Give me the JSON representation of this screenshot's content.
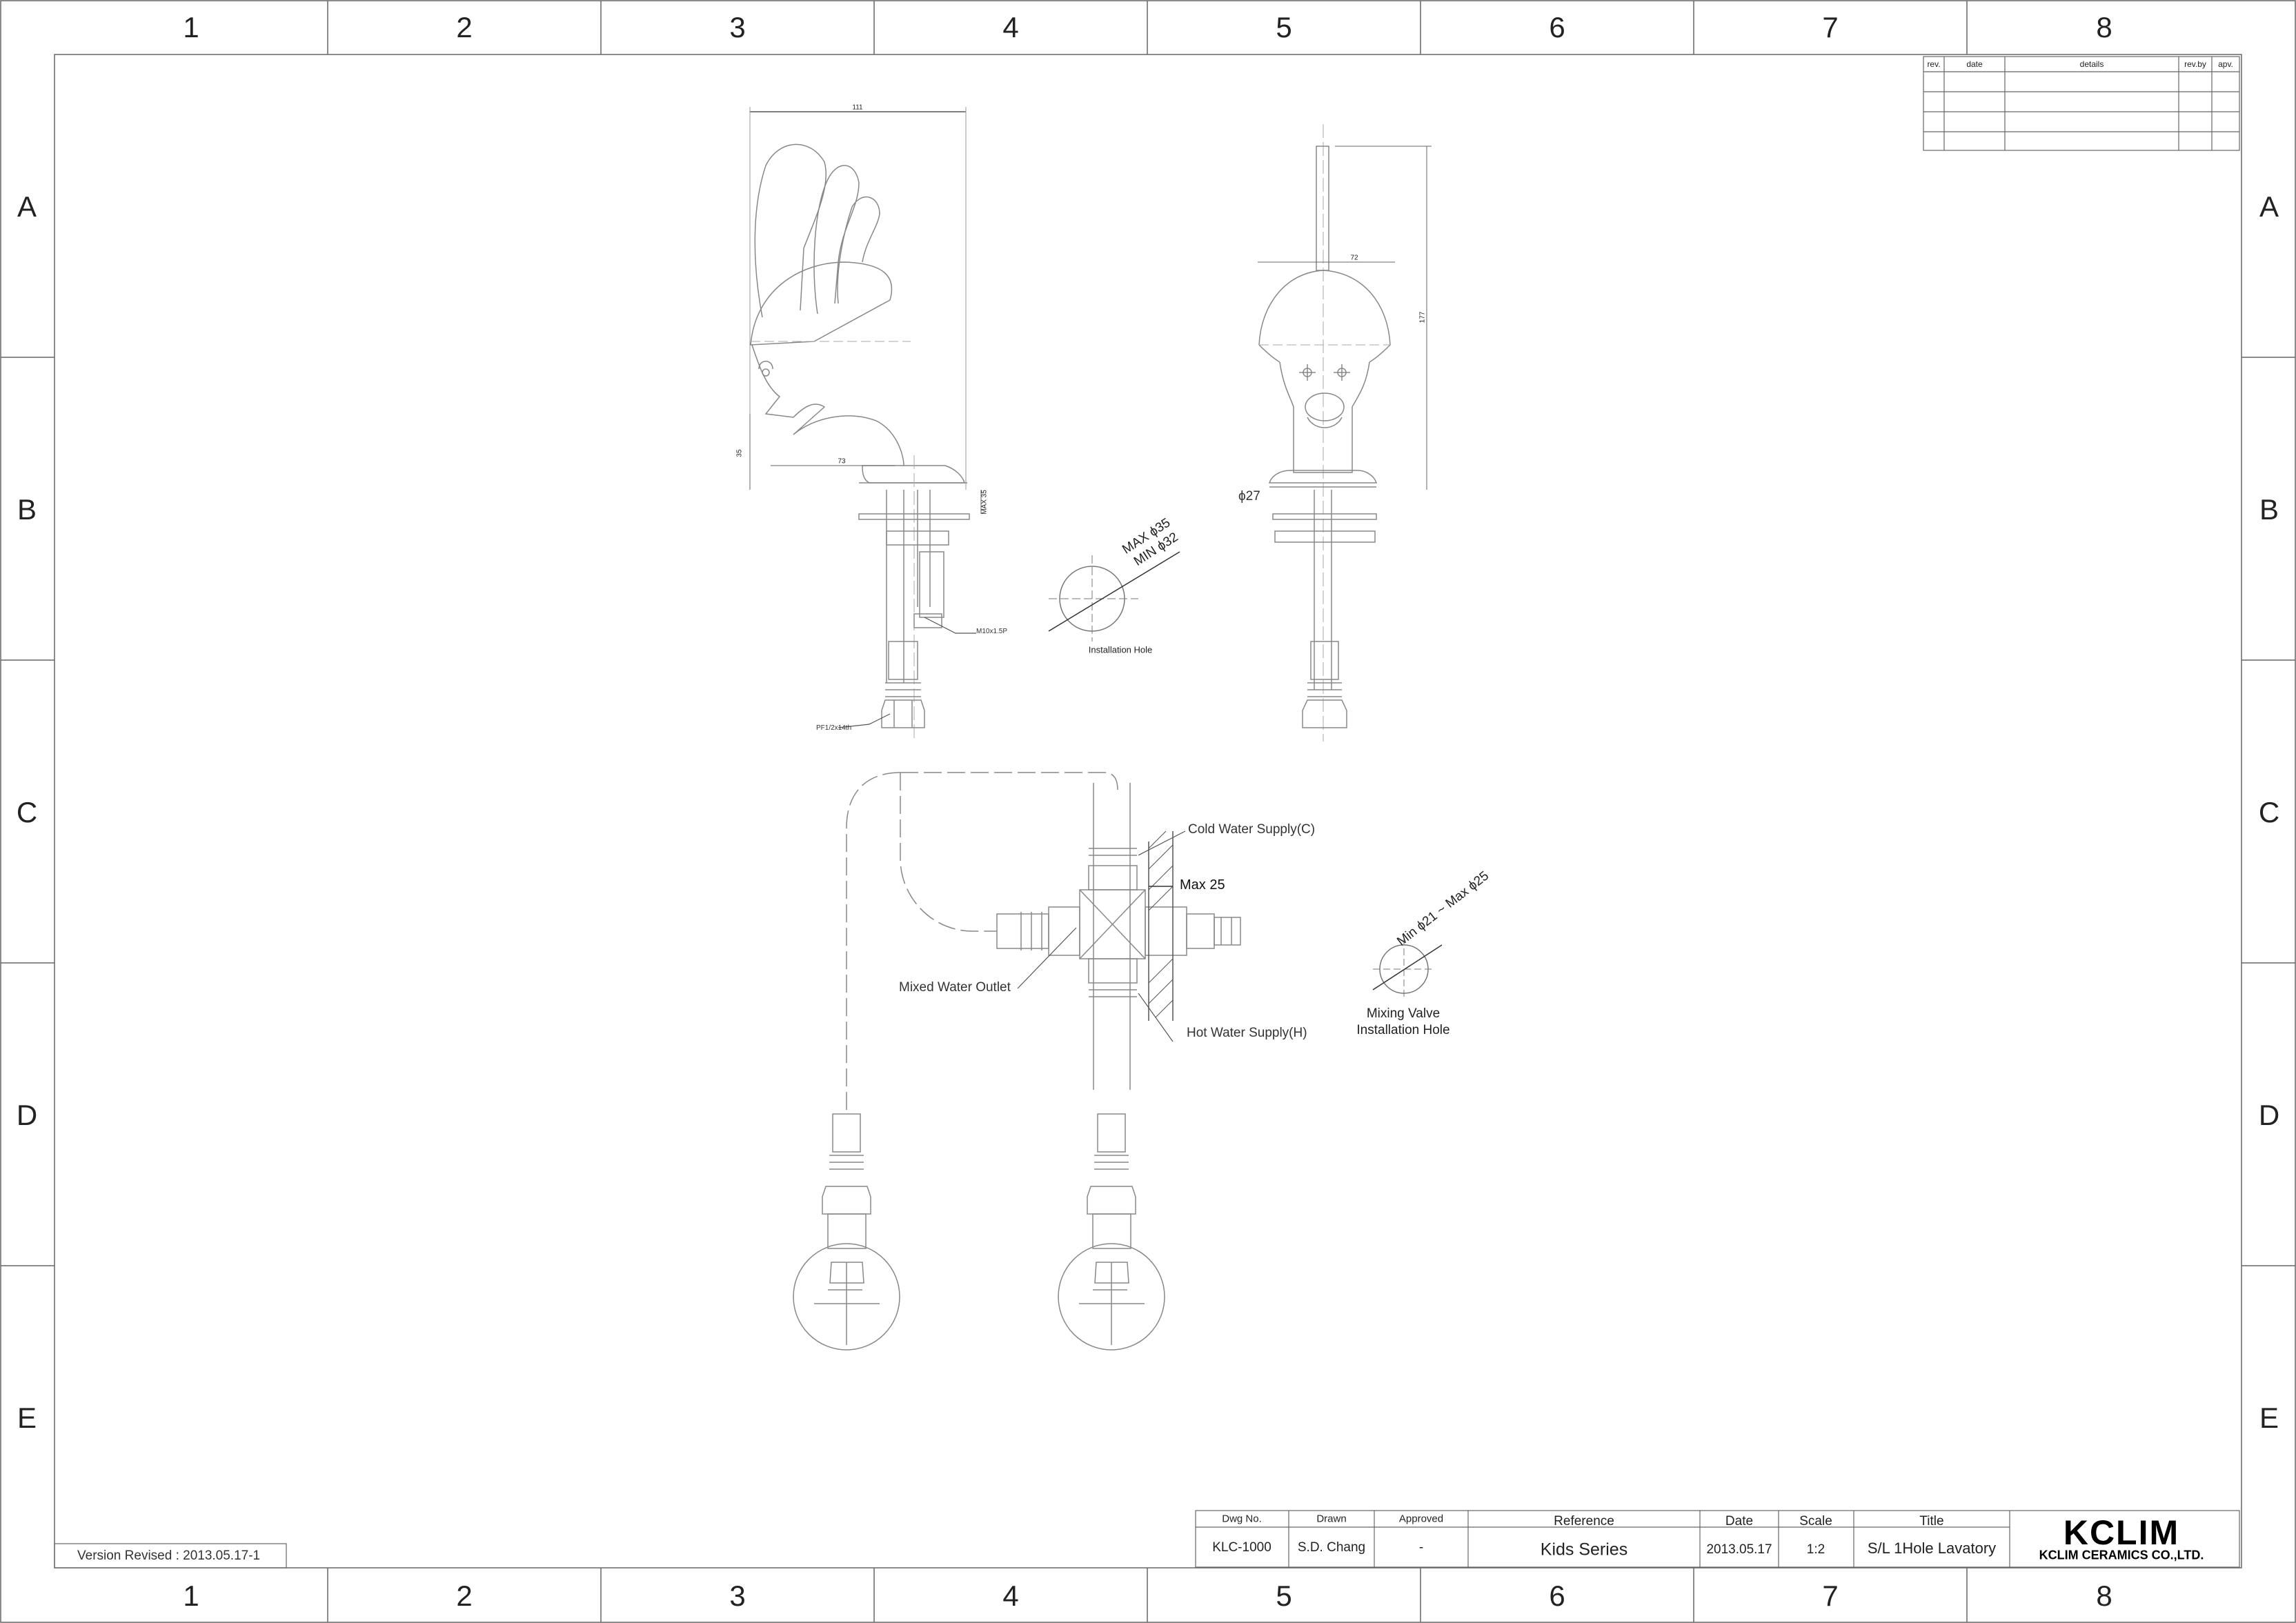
{
  "frame": {
    "columns": [
      "1",
      "2",
      "3",
      "4",
      "5",
      "6",
      "7",
      "8"
    ],
    "rows": [
      "A",
      "B",
      "C",
      "D",
      "E"
    ]
  },
  "revision_table": {
    "headers": [
      "rev.",
      "date",
      "details",
      "rev.by",
      "apv."
    ]
  },
  "dimensions": {
    "width_side": "111",
    "width_front": "72",
    "height_front": "177",
    "spout_height": "35",
    "spout_reach": "73",
    "max_thickness": "MAX 35",
    "dia_base": "ϕ27",
    "hole_max": "MAX ϕ35",
    "hole_min": "MIN ϕ32",
    "thread": "M10x1.5P",
    "pf": "PF1/2x14th",
    "max25": "Max 25",
    "valve_hole_range": "Min ϕ21 ~ Max ϕ25"
  },
  "labels": {
    "installation_hole": "Installation Hole",
    "cold": "Cold Water Supply(C)",
    "hot": "Hot Water Supply(H)",
    "mixed": "Mixed Water Outlet",
    "mixing_hole_1": "Mixing Valve",
    "mixing_hole_2": "Installation Hole"
  },
  "version": "Version Revised : 2013.05.17-1",
  "title_block": {
    "dwg_no_label": "Dwg No.",
    "dwg_no": "KLC-1000",
    "drawn_label": "Drawn",
    "drawn": "S.D. Chang",
    "approved_label": "Approved",
    "approved": "-",
    "reference_label": "Reference",
    "reference": "Kids Series",
    "date_label": "Date",
    "date": "2013.05.17",
    "scale_label": "Scale",
    "scale": "1:2",
    "title_label": "Title",
    "title": "S/L 1Hole Lavatory",
    "logo": "KCLIM",
    "company": "KCLIM CERAMICS CO.,LTD."
  }
}
